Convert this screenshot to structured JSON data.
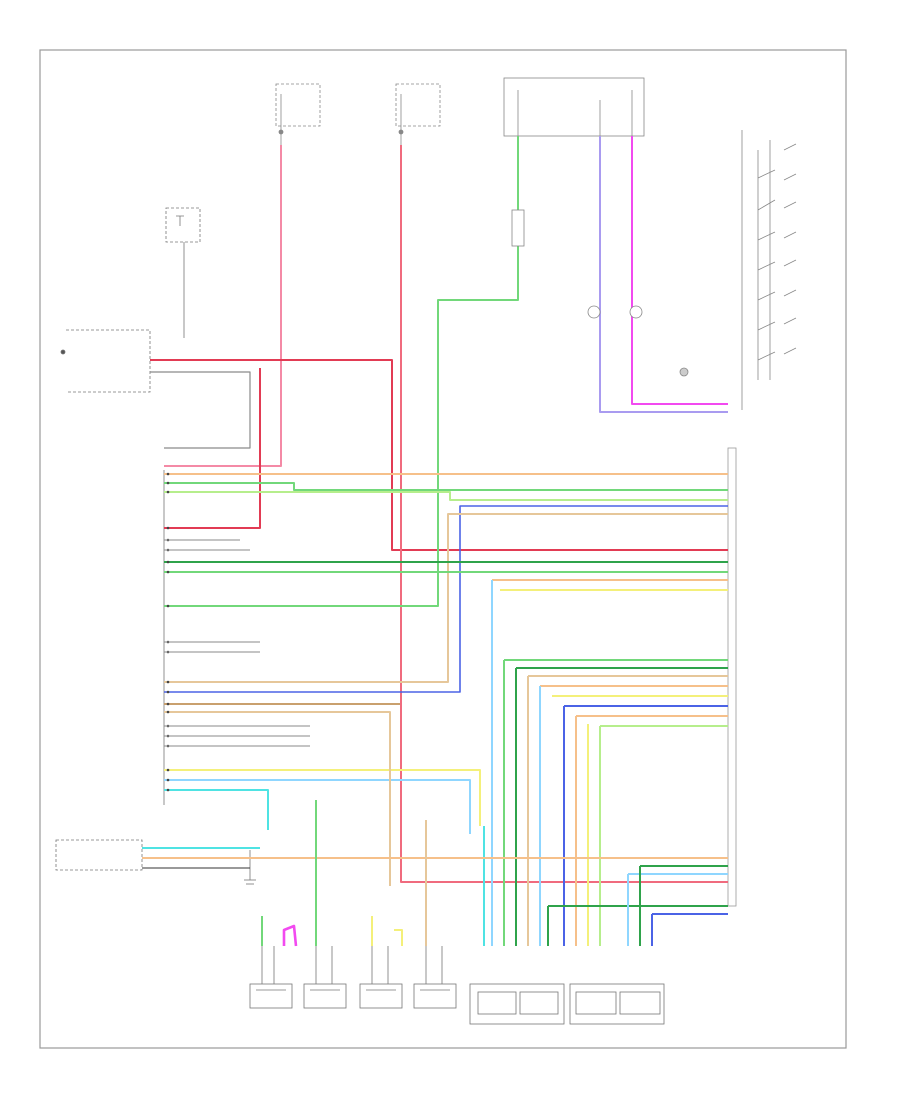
{
  "diagram": {
    "footer_code": "",
    "components": [
      {
        "id": "front-sensor",
        "lines": [
          "",
          "",
          ""
        ]
      },
      {
        "id": "radio",
        "lines": [
          ""
        ]
      },
      {
        "id": "bose-amp",
        "lines": [
          "",
          ""
        ]
      },
      {
        "id": "speaker-rf-tw",
        "lines": [
          "",
          "",
          ""
        ]
      },
      {
        "id": "speaker-rf-door",
        "lines": [
          "",
          "",
          ""
        ]
      },
      {
        "id": "speaker-lf-tw",
        "lines": [
          "",
          "",
          ""
        ]
      },
      {
        "id": "speaker-lf-door",
        "lines": [
          "",
          "",
          ""
        ]
      },
      {
        "id": "speaker-rr",
        "lines": [
          "",
          ""
        ]
      },
      {
        "id": "speaker-lr",
        "lines": [
          "",
          ""
        ]
      }
    ],
    "wire_colors": {
      "pink": "#f48aa6",
      "red": "#e23b54",
      "orange": "#f6c08a",
      "green": "#72d87a",
      "light_green": "#b6ee8c",
      "dark_green": "#2fa34b",
      "light_blue": "#8fd6ff",
      "cyan": "#4fe3e3",
      "blue": "#4b63e6",
      "purple": "#a99bf0",
      "magenta": "#f24af0",
      "tan": "#e6c79a",
      "yellow": "#f4f07a",
      "brown": "#c9a06e",
      "gray": "#8a8a8a",
      "black": "#222222"
    }
  }
}
